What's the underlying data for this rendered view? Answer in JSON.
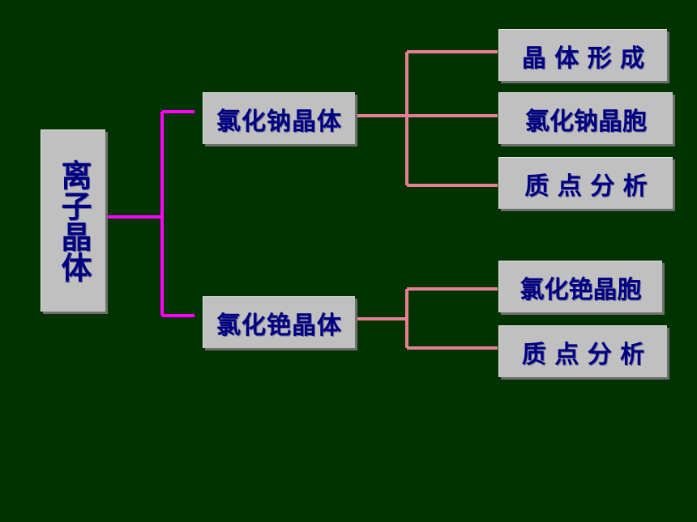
{
  "diagram": {
    "root": {
      "label": "离子晶体"
    },
    "branches": [
      {
        "label": "氯化钠晶体",
        "children": [
          "晶 体 形 成",
          "氯化钠晶胞",
          "质 点 分 析"
        ]
      },
      {
        "label": "氯化铯晶体",
        "children": [
          "氯化铯晶胞",
          "质 点 分 析"
        ]
      }
    ]
  },
  "colors": {
    "background": "#003300",
    "box_fill": "#c0c0c0",
    "text": "#000080",
    "root_connector": "#ff00ff",
    "branch_connector": "#e87f96"
  }
}
